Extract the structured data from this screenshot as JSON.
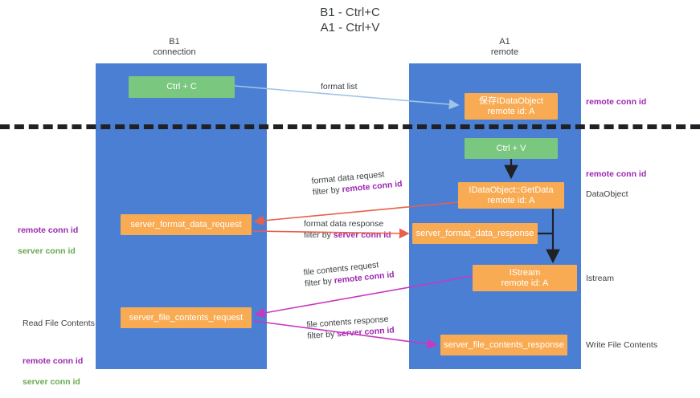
{
  "title": "B1 - Ctrl+C\nA1 - Ctrl+V",
  "columns": {
    "left": {
      "header": "B1\nconnection"
    },
    "right": {
      "header": "A1\nremote"
    }
  },
  "nodes": {
    "ctrl_c": {
      "label": "Ctrl + C",
      "color": "#7ac77f"
    },
    "store_dataobject": {
      "label": "保存IDataObject\nremote id: A",
      "color": "#f9ab54"
    },
    "ctrl_v": {
      "label": "Ctrl + V",
      "color": "#7ac77f"
    },
    "getdata": {
      "label": "IDataObject::GetData\nremote id: A",
      "color": "#f9ab54"
    },
    "server_format_data_request": {
      "label": "server_format_data_request",
      "color": "#f9ab54"
    },
    "server_format_data_response": {
      "label": "server_format_data_response",
      "color": "#f9ab54"
    },
    "istream": {
      "label": "IStream\nremote id: A",
      "color": "#f9ab54"
    },
    "server_file_contents_request": {
      "label": "server_file_contents_request",
      "color": "#f9ab54"
    },
    "server_file_contents_response": {
      "label": "server_file_contents_response",
      "color": "#f9ab54"
    }
  },
  "edges": {
    "format_list": {
      "label": "format list",
      "color": "#9fc5e8"
    },
    "format_data_request": {
      "label": "format data request",
      "filter_prefix": "filter by ",
      "filter_value": "remote conn id",
      "color": "#e8604c"
    },
    "format_data_response": {
      "label": "format data response",
      "filter_prefix": "filter by ",
      "filter_value": "server conn id",
      "color": "#e8604c"
    },
    "file_contents_request": {
      "label": "file contents request",
      "filter_prefix": "filter by ",
      "filter_value": "remote conn id",
      "color": "#c838c0"
    },
    "file_contents_response": {
      "label": "file contents response",
      "filter_prefix": "filter by ",
      "filter_value": "server conn id",
      "color": "#c838c0"
    }
  },
  "annotations": {
    "right_remote_conn_top": "remote conn id",
    "right_remote_conn_mid": "remote conn id",
    "right_dataobject": "DataObject",
    "right_istream": "Istream",
    "right_write_file": "Write File Contents",
    "left_remote_conn": "remote conn id",
    "left_server_conn": "server conn id",
    "left_read_file": "Read File Contents",
    "left_remote_conn_2": "remote conn id",
    "left_server_conn_2": "server conn id"
  },
  "colors": {
    "lane": "#4a7fd4",
    "green_node": "#7ac77f",
    "orange_node": "#f9ab54",
    "purple_text": "#9c27b0",
    "green_text": "#6aa84f",
    "divider": "#202124",
    "background": "#ffffff"
  }
}
